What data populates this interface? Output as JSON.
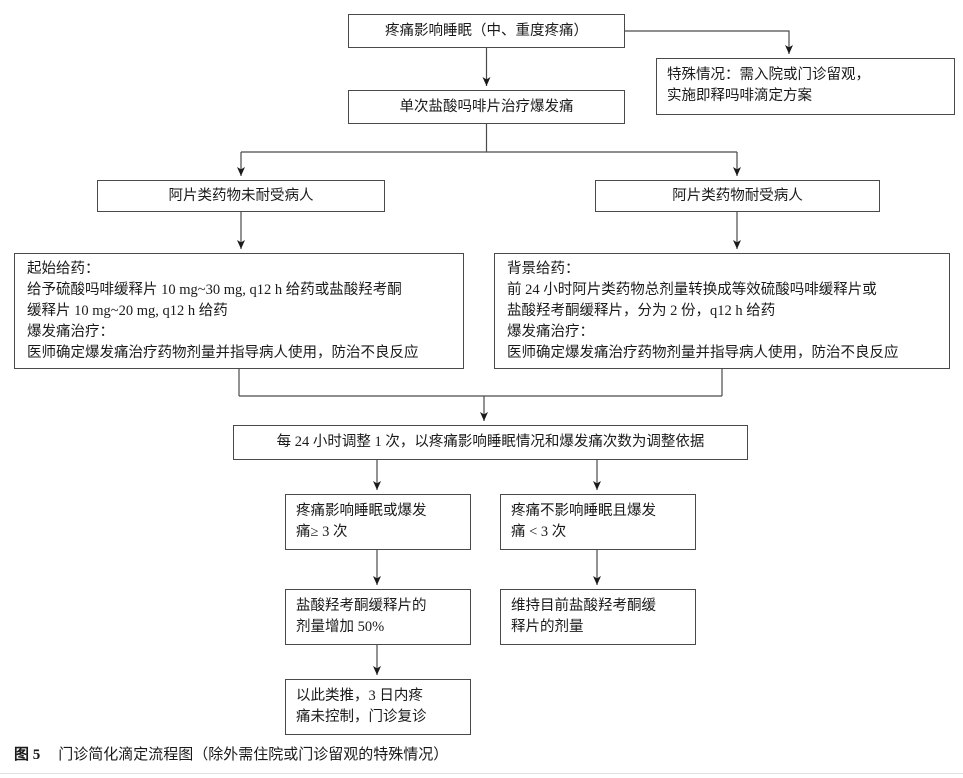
{
  "figure_caption": {
    "label": "图 5",
    "text": "门诊简化滴定流程图（除外需住院或门诊留观的特殊情况）"
  },
  "nodes": {
    "pain_affects_sleep": "疼痛影响睡眠（中、重度疼痛）",
    "special_case": "特殊情况：需入院或门诊留观，\n实施即释吗啡滴定方案",
    "single_dose": "单次盐酸吗啡片治疗爆发痛",
    "opioid_naive": "阿片类药物未耐受病人",
    "opioid_tolerant": "阿片类药物耐受病人",
    "naive_regimen": "起始给药：\n给予硫酸吗啡缓释片 10 mg~30 mg, q12 h 给药或盐酸羟考酮\n缓释片 10 mg~20 mg, q12 h 给药\n爆发痛治疗：\n医师确定爆发痛治疗药物剂量并指导病人使用，防治不良反应",
    "tolerant_regimen": "背景给药：\n前 24 小时阿片类药物总剂量转换成等效硫酸吗啡缓释片或\n盐酸羟考酮缓释片，分为 2 份，q12 h 给药\n爆发痛治疗：\n医师确定爆发痛治疗药物剂量并指导病人使用，防治不良反应",
    "adjust_24h": "每 24 小时调整 1 次，以疼痛影响睡眠情况和爆发痛次数为调整依据",
    "cond_poor": "疼痛影响睡眠或爆发\n痛≥ 3 次",
    "cond_good": "疼痛不影响睡眠且爆发\n痛 < 3 次",
    "action_increase": "盐酸羟考酮缓释片的\n剂量增加 50%",
    "action_maintain": "维持目前盐酸羟考酮缓\n释片的剂量",
    "followup": "以此类推，3 日内疼\n痛未控制，门诊复诊"
  },
  "colors": {
    "line": "#4a4a4a",
    "border": "#4a4a4a",
    "text": "#1a1a1a"
  }
}
